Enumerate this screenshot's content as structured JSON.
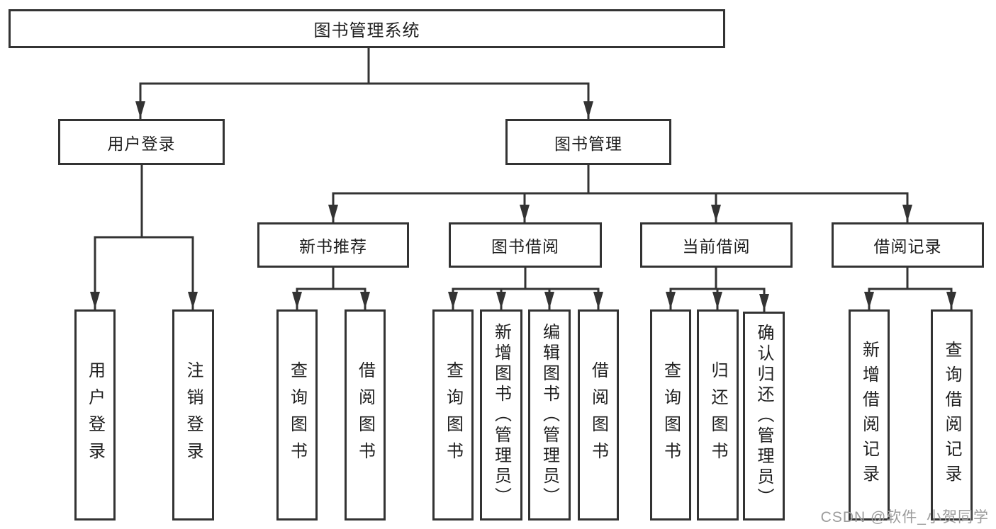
{
  "diagram": {
    "colors": {
      "line": "#333333",
      "box_border": "#333333",
      "text": "#1f1f1f",
      "background": "#ffffff",
      "watermark": "#9c9c9c"
    },
    "nodes": {
      "root": "图书管理系统",
      "user_login": "用户登录",
      "book_mgmt": "图书管理",
      "new_book_rec": "新书推荐",
      "book_borrow": "图书借阅",
      "current_borrow": "当前借阅",
      "borrow_record": "借阅记录",
      "leaf_user_login": "用户登录",
      "leaf_logout": "注销登录",
      "leaf_nb_query": "查询图书",
      "leaf_nb_borrow": "借阅图书",
      "leaf_bb_query": "查询图书",
      "leaf_bb_add": "新增图书（管理员）",
      "leaf_bb_edit": "编辑图书（管理员）",
      "leaf_bb_borrow": "借阅图书",
      "leaf_cb_query": "查询图书",
      "leaf_cb_return": "归还图书",
      "leaf_cb_confirm": "确认归还（管理员）",
      "leaf_br_add": "新增借阅记录",
      "leaf_br_query": "查询借阅记录"
    },
    "watermark": "CSDN @软件_小贺同学"
  }
}
